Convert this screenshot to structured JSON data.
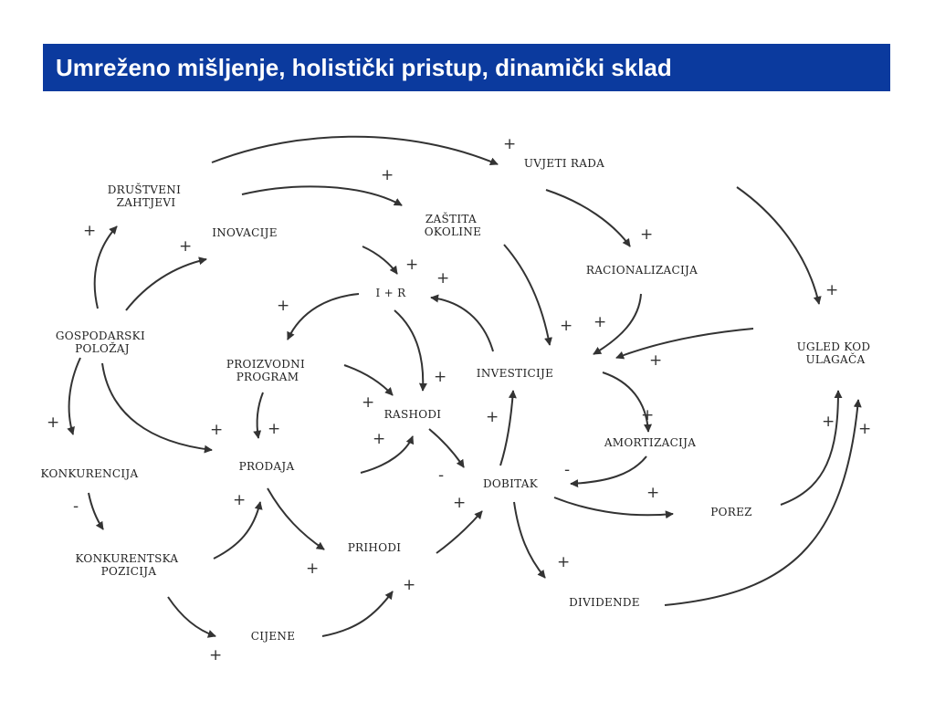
{
  "slide": {
    "title": "Umreženo mišljenje, holistički pristup, dinamički sklad"
  },
  "colors": {
    "title_bar": "#0b3a9e",
    "title_text": "#ffffff",
    "ink": "#333333"
  },
  "nodes": {
    "drustveni_zahtjevi": [
      "DRUŠTVENI",
      "ZAHTJEVI"
    ],
    "inovacije": [
      "INOVACIJE"
    ],
    "uvjeti_rada": [
      "UVJETI RADA"
    ],
    "zastita_okoline": [
      "ZAŠTITA",
      "OKOLINE"
    ],
    "racionalizacija": [
      "RACIONALIZACIJA"
    ],
    "i_r": [
      "I + R"
    ],
    "gospodarski_polozaj": [
      "GOSPODARSKI",
      "POLOŽAJ"
    ],
    "proizvodni_program": [
      "PROIZVODNI",
      "PROGRAM"
    ],
    "investicije": [
      "INVESTICIJE"
    ],
    "ugled_kod_ulagaca": [
      "UGLED KOD",
      "ULAGAČA"
    ],
    "rashodi": [
      "RASHODI"
    ],
    "amortizacija": [
      "AMORTIZACIJA"
    ],
    "konkurencija": [
      "KONKURENCIJA"
    ],
    "prodaja": [
      "PRODAJA"
    ],
    "dobitak": [
      "DOBITAK"
    ],
    "porez": [
      "POREZ"
    ],
    "konkurentska_pozicija": [
      "KONKURENTSKA",
      "POZICIJA"
    ],
    "prihodi": [
      "PRIHODI"
    ],
    "dividende": [
      "DIVIDENDE"
    ],
    "cijene": [
      "CIJENE"
    ]
  },
  "links": [
    {
      "id": "gospodarski-drustveni",
      "sign": "+"
    },
    {
      "id": "gospodarski-inovacije",
      "sign": "+"
    },
    {
      "id": "gospodarski-konkurencija",
      "sign": "+"
    },
    {
      "id": "gospodarski-prodaja",
      "sign": "+"
    },
    {
      "id": "drustveni-uvjeti",
      "sign": "+"
    },
    {
      "id": "drustveni-zastita",
      "sign": "+"
    },
    {
      "id": "inovacije-ir",
      "sign": "+"
    },
    {
      "id": "uvjeti-racionalizacija",
      "sign": "+"
    },
    {
      "id": "zastita-investicije",
      "sign": "+"
    },
    {
      "id": "racionalizacija-investicije",
      "sign": "+"
    },
    {
      "id": "ir-proizvodni",
      "sign": "+"
    },
    {
      "id": "ir-rashodi",
      "sign": "+"
    },
    {
      "id": "investicije-ir",
      "sign": "+"
    },
    {
      "id": "uvjeti-ugled",
      "sign": "+"
    },
    {
      "id": "ugled-investicije",
      "sign": "+"
    },
    {
      "id": "proizvodni-prodaja",
      "sign": "+"
    },
    {
      "id": "proizvodni-rashodi",
      "sign": "+"
    },
    {
      "id": "investicije-amortizacija",
      "sign": "+"
    },
    {
      "id": "prodaja-rashodi",
      "sign": "+"
    },
    {
      "id": "rashodi-dobitak",
      "sign": "-"
    },
    {
      "id": "dobitak-investicije",
      "sign": "+"
    },
    {
      "id": "amortizacija-dobitak",
      "sign": "-"
    },
    {
      "id": "konkurencija-pozicija",
      "sign": "-"
    },
    {
      "id": "prodaja-prihodi",
      "sign": "+"
    },
    {
      "id": "prihodi-dobitak",
      "sign": "+"
    },
    {
      "id": "dobitak-porez",
      "sign": "+"
    },
    {
      "id": "porez-ugled",
      "sign": "+"
    },
    {
      "id": "pozicija-prodaja",
      "sign": "+"
    },
    {
      "id": "pozicija-cijene",
      "sign": "+"
    },
    {
      "id": "cijene-prihodi",
      "sign": "+"
    },
    {
      "id": "dobitak-dividende",
      "sign": "+"
    },
    {
      "id": "dividende-ugled",
      "sign": "+"
    }
  ]
}
